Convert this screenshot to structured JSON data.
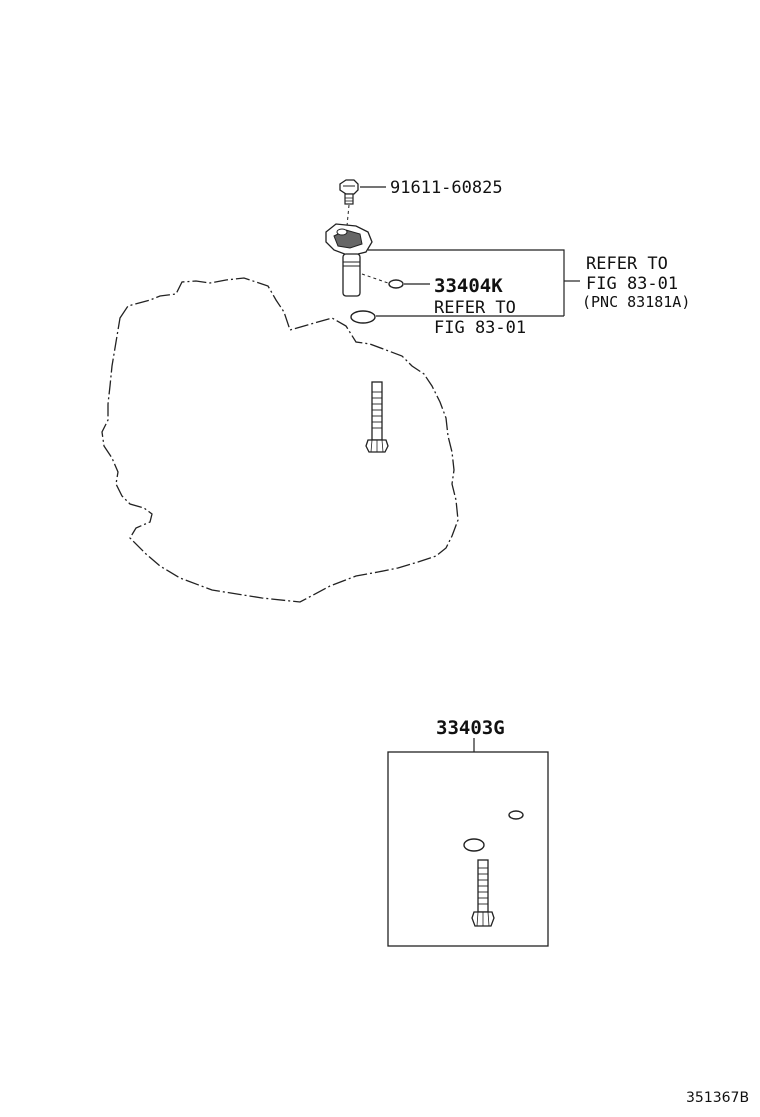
{
  "parts": {
    "bolt_part_no": "91611-60825",
    "sensor_part_no": "33404K",
    "kit_part_no": "33403G"
  },
  "callouts": {
    "upper_ref_line1": "REFER TO",
    "upper_ref_line2": "FIG 83-01",
    "upper_ref_line3": "(PNC 83181A)",
    "oring_ref_line1": "REFER TO",
    "oring_ref_line2": "FIG 83-01"
  },
  "illustration_code": "351367B"
}
